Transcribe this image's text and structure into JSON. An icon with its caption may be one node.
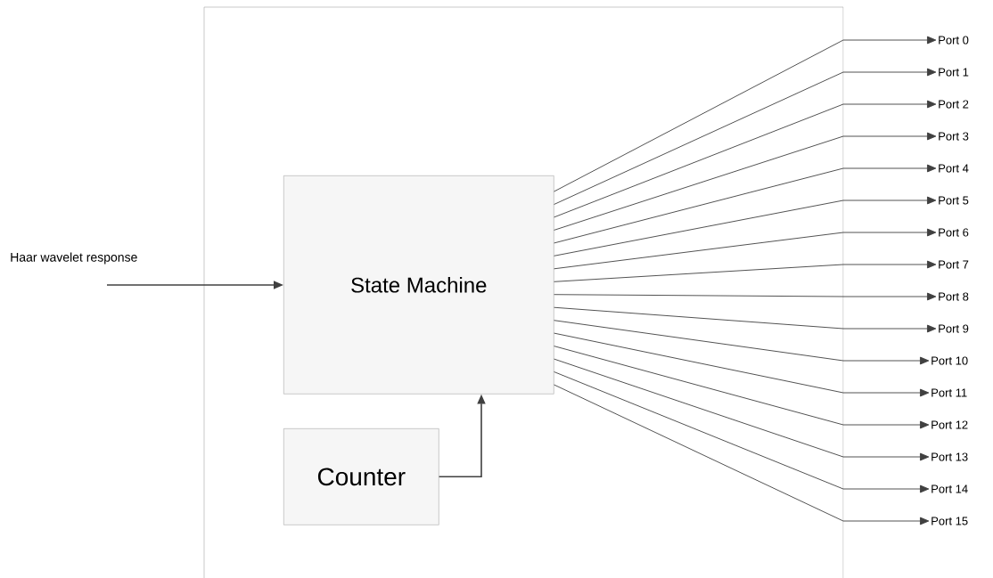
{
  "diagram": {
    "nodes": [
      {
        "text": [],
        "shape": "box"
      },
      {
        "text": [
          "State Machine"
        ],
        "in": 0
      },
      {
        "text": [
          "Counter"
        ],
        "in": 0
      },
      {
        "text": [
          "Port 0"
        ]
      },
      {
        "text": [
          "Port 1"
        ]
      },
      {
        "text": [
          "Port 2"
        ]
      },
      {
        "text": [
          "Port 3"
        ]
      },
      {
        "text": [
          "Port 4"
        ]
      },
      {
        "text": [
          "Port 5"
        ]
      },
      {
        "text": [
          "Port 6"
        ]
      },
      {
        "text": [
          "Port 7"
        ]
      },
      {
        "text": [
          "Port 8"
        ]
      },
      {
        "text": [
          "Port 9"
        ]
      },
      {
        "text": [
          "Port 10"
        ]
      },
      {
        "text": [
          "Port 11"
        ]
      },
      {
        "text": [
          "Port 12"
        ]
      },
      {
        "text": [
          "Port 13"
        ]
      },
      {
        "text": [
          "Port 14"
        ]
      },
      {
        "text": [
          "Port 15"
        ]
      }
    ],
    "edges": [
      {
        "from": null,
        "to": 1,
        "arrow": "to",
        "label": "Haar wavelet response"
      },
      {
        "from": 2,
        "to": 1,
        "arrow": "to"
      },
      {
        "from": 1,
        "to": 3,
        "arrow": "to"
      },
      {
        "from": 1,
        "to": 4,
        "arrow": "to"
      },
      {
        "from": 1,
        "to": 5,
        "arrow": "to"
      },
      {
        "from": 1,
        "to": 6,
        "arrow": "to"
      },
      {
        "from": 1,
        "to": 7,
        "arrow": "to"
      },
      {
        "from": 1,
        "to": 8,
        "arrow": "to"
      },
      {
        "from": 1,
        "to": 9,
        "arrow": "to"
      },
      {
        "from": 1,
        "to": 10,
        "arrow": "to"
      },
      {
        "from": 1,
        "to": 11,
        "arrow": "to"
      },
      {
        "from": 1,
        "to": 12,
        "arrow": "to"
      },
      {
        "from": 1,
        "to": 13,
        "arrow": "to"
      },
      {
        "from": 1,
        "to": 14,
        "arrow": "to"
      },
      {
        "from": 1,
        "to": 15,
        "arrow": "to"
      },
      {
        "from": 1,
        "to": 16,
        "arrow": "to"
      },
      {
        "from": 1,
        "to": 17,
        "arrow": "to"
      },
      {
        "from": 1,
        "to": 18,
        "arrow": "to"
      }
    ]
  }
}
